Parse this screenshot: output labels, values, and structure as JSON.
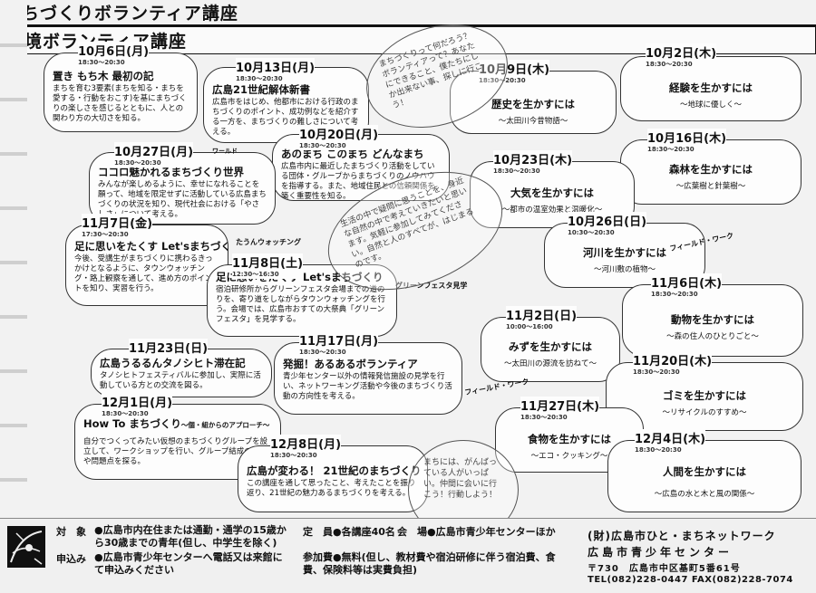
{
  "left_title": "まちづくりボランティア講座",
  "right_title": "環境ボランティア講座",
  "left_cards": [
    {
      "date": "10月6日(月)",
      "time": "18:30〜20:30",
      "title": "置き もち木 最初の記",
      "body": "まちを育む3要素(まちを知る・まちを愛する・行動をおこす)を基にまちづくりの楽しさを感じるとともに、人との関わり方の大切さを知る。"
    },
    {
      "date": "10月13日(月)",
      "time": "18:30〜20:30",
      "title": "広島21世紀解体新書",
      "body": "広島市をはじめ、他都市における行政のまちづくりのポイント、成功例などを紹介する一方を、まちづくりの難しさについて考える。"
    },
    {
      "date": "10月20日(月)",
      "time": "18:30〜20:30",
      "title": "あのまち このまち どんなまち",
      "body": "広島市内に最近したまちづくり活動をしている団体・グループからまちづくりのノウハウを指導する。また、地域住民との信頼関係を築く重要性を知る。"
    },
    {
      "date": "10月27日(月)",
      "time": "18:30〜20:30",
      "title": "ココロ魅かれるまちづくり世界",
      "body": "みんなが楽しめるように、幸せになれることを願って、地域を限定せずに活動している広島まちづくりの状況を知り、現代社会における「やさしさ」について考える。"
    },
    {
      "date": "11月7日(金)",
      "time": "17:30〜20:30",
      "title": "足に思いをたくす Let'sまちづくり",
      "body": "今後、受講生がまちづくりに携わるきっかけとなるように、タウンウォッチング・路上観察を通して、進め方のポイントを知り、実習を行う。"
    },
    {
      "date": "11月8日(土)",
      "time": "12:30〜16:30",
      "title": "足に思いをたくす Let'sまちづくり",
      "body": "宿泊研修所からグリーンフェスタ会場までの道のりを、寄り道をしながらタウンウォッチングを行う。会場では、広島市おすての大祭典「グリーンフェスタ」を見学する。"
    },
    {
      "date": "11月17日(月)",
      "time": "18:30〜20:30",
      "title": "発掘！あるあるボランティア",
      "body": "青少年センター以外の情報発信施設の見学を行い、ネットワーキング活動や今後のまちづくり活動の方向性を考える。"
    },
    {
      "date": "11月23日(日)",
      "time": "",
      "title": "広島うるるんタノシヒト滞在記",
      "body": "タノシヒトフェスティバルに参加し、実際に活動している方との交流を図る。"
    },
    {
      "date": "12月1日(月)",
      "time": "18:30〜20:30",
      "title": "How To まちづくり",
      "subtitle": "〜個・組からのアプローチ〜",
      "body": "自分でつくってみたい仮想のまちづくりグループを設立して、ワークショップを行い、グループ結成の効果や問題点を探る。"
    },
    {
      "date": "12月8日(月)",
      "time": "18:30〜20:30",
      "title": "広島が変わる！ 21世紀のまちづくり",
      "body": "この講座を通して思ったこと、考えたことを振り返り、21世紀の魅力あるまちづくりを考える。"
    }
  ],
  "right_cards": [
    {
      "date": "10月2日(木)",
      "time": "18:30〜20:30",
      "title": "経験を生かすには",
      "sub": "〜地球に優しく〜"
    },
    {
      "date": "10月9日(木)",
      "time": "18:30〜20:30",
      "title": "歴史を生かすには",
      "sub": "〜太田川今昔物語〜"
    },
    {
      "date": "10月16日(木)",
      "time": "18:30〜20:30",
      "title": "森林を生かすには",
      "sub": "〜広葉樹と針葉樹〜"
    },
    {
      "date": "10月23日(木)",
      "time": "18:30〜20:30",
      "title": "大気を生かすには",
      "sub": "〜都市の温室効果と温暖化〜"
    },
    {
      "date": "10月26日(日)",
      "time": "10:30〜20:30",
      "title": "河川を生かすには",
      "sub": "〜河川敷の植物〜"
    },
    {
      "date": "11月6日(木)",
      "time": "18:30〜20:30",
      "title": "動物を生かすには",
      "sub": "〜森の住人のひとりごと〜"
    },
    {
      "date": "11月2日(日)",
      "time": "10:00〜16:00",
      "title": "みずを生かすには",
      "sub": "〜太田川の源流を訪ねて〜"
    },
    {
      "date": "11月20日(木)",
      "time": "18:30〜20:30",
      "title": "ゴミを生かすには",
      "sub": "〜リサイクルのすすめ〜"
    },
    {
      "date": "11月27日(木)",
      "time": "18:30〜20:30",
      "title": "食物を生かすには",
      "sub": "〜エコ・クッキング〜"
    },
    {
      "date": "12月4日(木)",
      "time": "18:30〜20:30",
      "title": "人間を生かすには",
      "sub": "〜広島の水と木と風の関係〜"
    }
  ],
  "tags": {
    "worldo": "ワールド",
    "town_watching": "たうんウォッチング",
    "green_festa": "グリーンフェスタ見学",
    "field_work_1": "フィールド・ワーク",
    "field_work_2": "フィールド・ワーク"
  },
  "bubbles": {
    "top": "まちづくりって何だろう？ボランティアって？あなたにできること、僕たちにしか出来ない事、探しに行こう！",
    "middle": "生活の中で疑問に思うことを、身近な自然の中で考えていきたいと思います。気軽に参加してみてください。自然と人のすべてが、はじまるのです。",
    "bottom": "まちには、がんばっている人がいっぱい。仲間に会いに行こう！行動しよう！"
  },
  "footer": {
    "target_label": "対　象",
    "target_text": "●広島市内在住または通勤・通学の15歳から30歳までの青年(但し、中学生を除く)",
    "apply_label": "申込み",
    "apply_text": "●広島市青少年センターへ電話又は来館にて申込みください",
    "capacity": "定　員●各講座40名",
    "venue": "会　場●広島市青少年センターほか",
    "fee": "参加費●無料(但し、教材費や宿泊研修に伴う宿泊費、食費、保険料等は実費負担)",
    "org1": "(財)広島市ひと・まちネットワーク",
    "org2": "広島市青少年センター",
    "address": "〒730　広島市中区基町5番61号",
    "tel": "TEL(082)228-0447 FAX(082)228-7074"
  }
}
